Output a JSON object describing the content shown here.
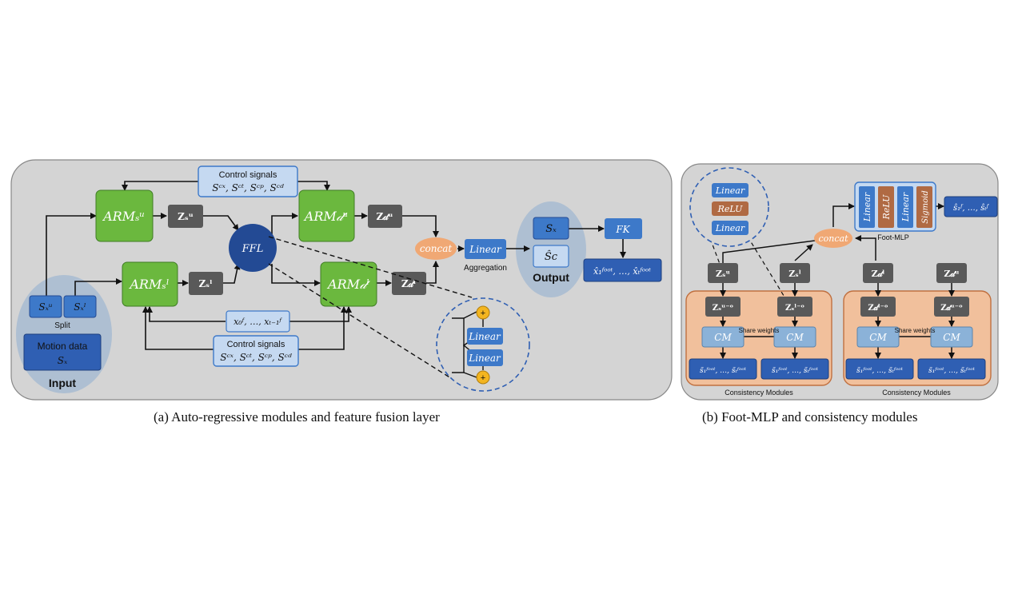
{
  "panel_a": {
    "control_signals_top": {
      "title": "Control signals",
      "math": "Sᶜˣ, Sᶜᵗ, Sᶜᵖ, Sᶜᵈ"
    },
    "arm_s_u": "ARMₛᵘ",
    "z_s_u": "Zₛᵘ",
    "arm_d_u": "ARM𝒹ᵘ",
    "z_d_u": "Z𝒹ᵘ",
    "ffl": "FFL",
    "arm_s_l": "ARMₛˡ",
    "z_s_l": "Zₛˡ",
    "arm_d_l": "ARM𝒹ˡ",
    "z_d_l": "Z𝒹ˡ",
    "concat": "concat",
    "linear": "Linear",
    "aggregation": "Aggregation",
    "output": {
      "s_x": "Sₓ",
      "s_c_hat": "Ŝc",
      "label": "Output"
    },
    "fk": "FK",
    "foot_out": "x̂₁ᶠᵒᵒᵗ, …, x̂ₜᶠᵒᵒᵗ",
    "foot_seq": "x₀ᶠ, …, xₜ₋₁ᶠ",
    "control_signals_bottom": {
      "title": "Control signals",
      "math": "Sᶜˣ, Sᶜᵗ, Sᶜᵖ, Sᶜᵈ"
    },
    "input": {
      "s_x_u": "Sₓᵘ",
      "s_x_l": "Sₓˡ",
      "split": "Split",
      "motion_title": "Motion data",
      "motion_math": "Sₓ",
      "label": "Input"
    },
    "zoom_linear_1": "Linear",
    "zoom_linear_2": "Linear",
    "caption": "(a) Auto-regressive modules and feature fusion layer"
  },
  "panel_b": {
    "zoom_linear_1": "Linear",
    "zoom_relu": "ReLU",
    "zoom_linear_2": "Linear",
    "foot_mlp_blocks": [
      "Linear",
      "ReLU",
      "Linear",
      "Sigmoid"
    ],
    "foot_mlp_label": "Foot-MLP",
    "foot_mlp_out": "ŝ₁ᶠ, …, ŝₜᶠ",
    "concat": "concat",
    "z_top": [
      "Zₛᵘ",
      "Zₛˡ",
      "Z𝒹ˡ",
      "Z𝒹ᵘ"
    ],
    "z_inner": [
      "Zₛᵘ⁻ᵒ",
      "Zₛˡ⁻ᵒ",
      "Z𝒹ˡ⁻ᵒ",
      "Z𝒹ᵘ⁻ᵒ"
    ],
    "cm": "CM",
    "share_weights": "Share weights",
    "outputs": [
      "s̃₁ᶠᵒᵒᵗ, …, s̃ₜᶠᵒᵒᵗ",
      "s̃₁ᶠᵒᵒᵗ, …, s̃ₜᶠᵒᵒᵗ",
      "s̃₁ᶠᵒᵒᵗ, …, s̃ₜᶠᵒᵒᵗ",
      "s̃₁ᶠᵒᵒᵗ, …, s̃ₜᶠᵒᵒᵗ"
    ],
    "consistency_label": "Consistency Modules",
    "caption": "(b) Foot-MLP and consistency modules"
  },
  "colors": {
    "panel_bg": "#d4d4d4",
    "green": "#6bb83e",
    "dark_gray": "#595959",
    "navy": "#234a94",
    "blue": "#3d79c9",
    "light_blue_box": "#c5d9f1",
    "orange": "#f0a874",
    "orange_panel": "#f1c09c",
    "relu_brown": "#b06a43",
    "cm_blue": "#8bb2d8",
    "ellipse_blue": "#aebfd2",
    "plus_yellow": "#f3b520"
  }
}
